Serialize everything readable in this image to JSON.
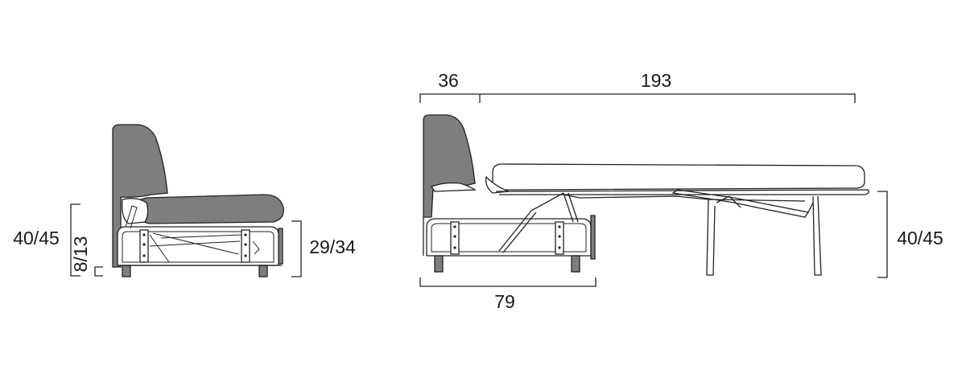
{
  "colors": {
    "upholstery": "#7e7e7e",
    "line": "#222222",
    "background": "#ffffff"
  },
  "side_view": {
    "seat_height": "40/45",
    "leg_height": "8/13",
    "frame_height": "29/34"
  },
  "open_view": {
    "back_depth": "36",
    "bed_length": "193",
    "base_depth": "79",
    "seat_height": "40/45"
  }
}
